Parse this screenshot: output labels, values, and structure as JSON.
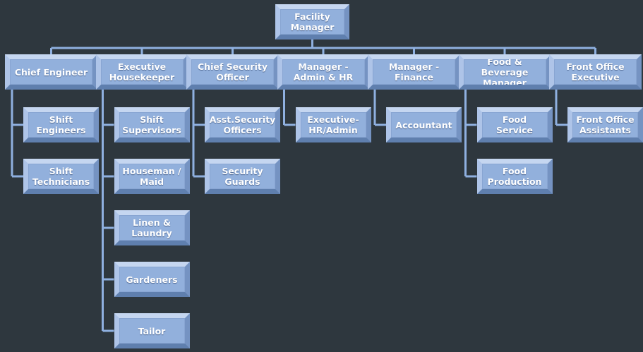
{
  "root": {
    "label": "Facility Manager"
  },
  "departments": [
    {
      "key": "chief-engineer",
      "label": "Chief Engineer",
      "children": [
        "Shift Engineers",
        "Shift Technicians"
      ]
    },
    {
      "key": "executive-housekeeper",
      "label": "Executive\nHousekeeper",
      "children": [
        "Shift Supervisors",
        "Houseman /\nMaid",
        "Linen & Laundry",
        "Gardeners",
        "Tailor"
      ]
    },
    {
      "key": "chief-security-officer",
      "label": "Chief Security\nOfficer",
      "children": [
        "Asst.Security\nOfficers",
        "Security Guards"
      ]
    },
    {
      "key": "manager-admin-hr",
      "label": "Manager -\nAdmin & HR",
      "children": [
        "Executive-\nHR/Admin"
      ]
    },
    {
      "key": "manager-finance",
      "label": "Manager -\nFinance",
      "children": [
        "Accountant"
      ]
    },
    {
      "key": "food-beverage-manager",
      "label": "Food &\nBeverage\nManager",
      "children": [
        "Food Service",
        "Food Production"
      ]
    },
    {
      "key": "front-office-executive",
      "label": "Front Office\nExecutive",
      "children": [
        "Front Office\nAssistants"
      ]
    }
  ],
  "colors": {
    "background": "#2e373e",
    "box_fill": "#92b0dc",
    "connector": "#8fb0e0"
  }
}
